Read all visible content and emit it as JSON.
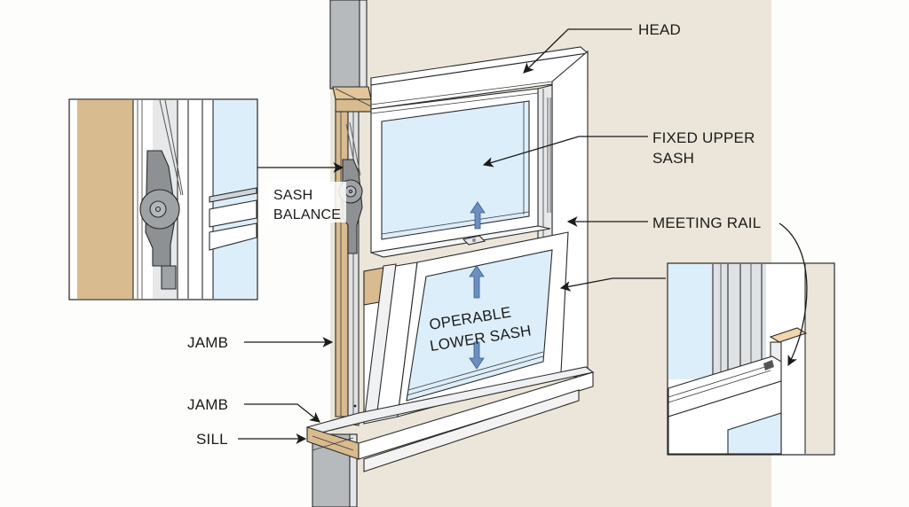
{
  "diagram": {
    "subject": "Single-hung window anatomy",
    "colors": {
      "wall": "#ebe6d9",
      "background": "#fdfdfb",
      "wood": "#d8bb8e",
      "frame_white": "#ffffff",
      "frame_shadow": "#d9dcdf",
      "metal_gray": "#a9acaf",
      "glass": "#dceefa",
      "arrow_blue": "#6b8fc2",
      "line": "#1b1b1b"
    },
    "labels": {
      "head": "HEAD",
      "fixed_upper_sash_line1": "FIXED UPPER",
      "fixed_upper_sash_line2": "SASH",
      "meeting_rail": "MEETING RAIL",
      "sash_balance_line1": "SASH",
      "sash_balance_line2": "BALANCE",
      "operable_lower_sash_line1": "OPERABLE",
      "operable_lower_sash_line2": "LOWER SASH",
      "jamb_upper": "JAMB",
      "jamb_lower": "JAMB",
      "sill": "SILL"
    },
    "insets": [
      {
        "name": "sash-balance-detail",
        "shows": "Spring sash balance mounted in jamb"
      },
      {
        "name": "meeting-rail-detail",
        "shows": "Meeting rail with sash lock"
      }
    ],
    "motion_arrows": [
      "up",
      "up",
      "down"
    ]
  }
}
